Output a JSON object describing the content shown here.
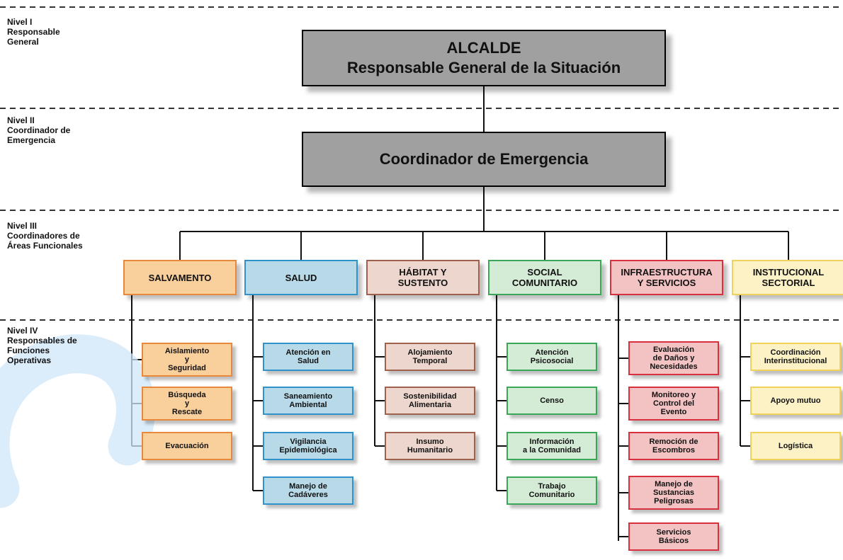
{
  "levels": [
    {
      "id": "nivel-1",
      "text": "Nivel  I\nResponsable\nGeneral"
    },
    {
      "id": "nivel-2",
      "text": "Nivel  II\nCoordinador de\nEmergencia"
    },
    {
      "id": "nivel-3",
      "text": "Nivel  III\nCoordinadores de\nÁreas Funcionales"
    },
    {
      "id": "nivel-4",
      "text": "Nivel IV\nResponsables de\nFunciones\nOperativas"
    }
  ],
  "top": {
    "line1": "ALCALDE",
    "line2": "Responsable General de la Situación"
  },
  "coordinator": {
    "label": "Coordinador de Emergencia"
  },
  "areas": [
    {
      "name": "SALVAMENTO",
      "border": "#e8883a",
      "fill": "#f9cf9c",
      "functions": [
        "Aislamiento\ny\nSeguridad",
        "Búsqueda\ny\nRescate",
        "Evacuación"
      ]
    },
    {
      "name": "SALUD",
      "border": "#2f93c9",
      "fill": "#b7d9e8",
      "functions": [
        "Atención en\nSalud",
        "Saneamiento\nAmbiental",
        "Vigilancia\nEpidemiológica",
        "Manejo de\nCadáveres"
      ]
    },
    {
      "name": "HÁBITAT Y\nSUSTENTO",
      "border": "#a0614c",
      "fill": "#ecd6cd",
      "functions": [
        "Alojamiento\nTemporal",
        "Sostenibilidad\nAlimentaria",
        "Insumo\nHumanitario"
      ]
    },
    {
      "name": "SOCIAL\nCOMUNITARIO",
      "border": "#3aa757",
      "fill": "#d4ebd6",
      "functions": [
        "Atención\nPsicosocial",
        "Censo",
        "Información\na la Comunidad",
        "Trabajo\nComunitario"
      ]
    },
    {
      "name": "INFRAESTRUCTURA\nY SERVICIOS",
      "border": "#d8303c",
      "fill": "#f3c3c4",
      "functions": [
        "Evaluación\nde Daños y\nNecesidades",
        "Monitoreo y\nControl del\nEvento",
        "Remoción de\nEscombros",
        "Manejo de\nSustancias\nPeligrosas",
        "Servicios\nBásicos"
      ]
    },
    {
      "name": "INSTITUCIONAL\nSECTORIAL",
      "border": "#f0d25a",
      "fill": "#fdf2c6",
      "functions": [
        "Coordinación\nInterinstitucional",
        "Apoyo mutuo",
        "Logística"
      ]
    }
  ]
}
